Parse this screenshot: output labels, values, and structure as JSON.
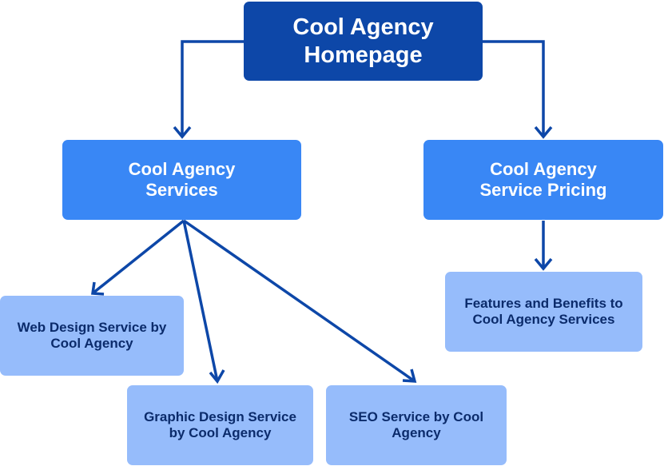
{
  "colors": {
    "root_fill": "#0d47a8",
    "level1_fill": "#3987f5",
    "level2_fill": "#96bcfb",
    "arrow": "#0d47a8",
    "level2_text": "#0b2b6b"
  },
  "nodes": {
    "homepage": {
      "label": "Cool Agency Homepage"
    },
    "services": {
      "label": "Cool Agency Services"
    },
    "pricing": {
      "label": "Cool Agency Service Pricing"
    },
    "web_design": {
      "label": "Web Design Service by Cool Agency"
    },
    "graphic_design": {
      "label": "Graphic Design Service by Cool Agency"
    },
    "seo": {
      "label": "SEO Service by Cool Agency"
    },
    "features": {
      "label": "Features and Benefits to Cool Agency Services"
    }
  },
  "edges": [
    {
      "from": "homepage",
      "to": "services"
    },
    {
      "from": "homepage",
      "to": "pricing"
    },
    {
      "from": "services",
      "to": "web_design"
    },
    {
      "from": "services",
      "to": "graphic_design"
    },
    {
      "from": "services",
      "to": "seo"
    },
    {
      "from": "pricing",
      "to": "features"
    }
  ]
}
